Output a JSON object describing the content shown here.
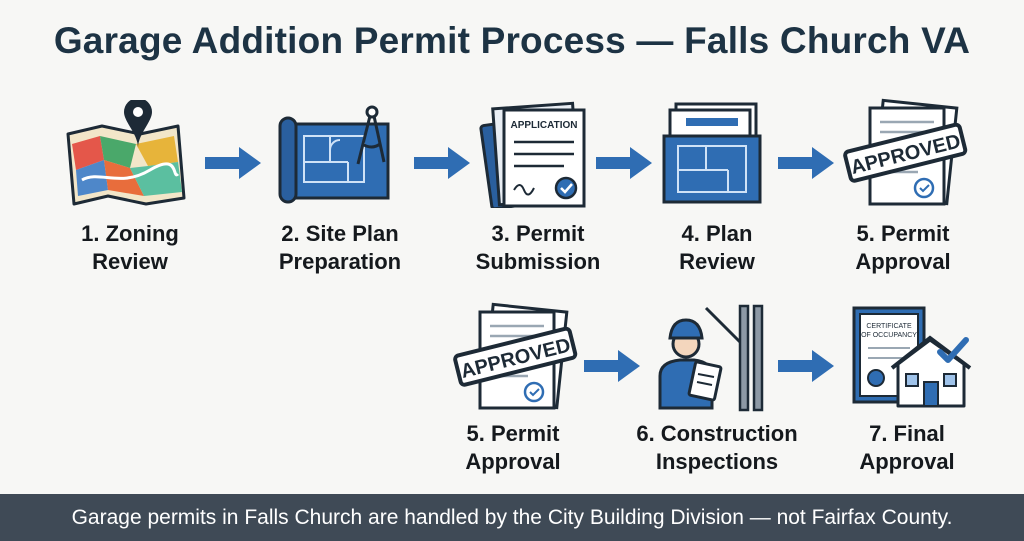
{
  "title": "Garage Addition Permit Process — Falls Church VA",
  "row1": [
    {
      "line1": "1. Zoning",
      "line2": "Review",
      "icon": "zoning-map-icon"
    },
    {
      "line1": "2. Site Plan",
      "line2": "Preparation",
      "icon": "blueprint-compass-icon"
    },
    {
      "line1": "3. Permit",
      "line2": "Submission",
      "icon": "application-document-icon"
    },
    {
      "line1": "4. Plan",
      "line2": "Review",
      "icon": "plan-folder-icon"
    },
    {
      "line1": "5. Permit",
      "line2": "Approval",
      "icon": "approved-stamp-icon"
    }
  ],
  "row2": [
    {
      "line1": "5. Permit",
      "line2": "Approval",
      "icon": "approved-stamp-icon"
    },
    {
      "line1": "6. Construction",
      "line2": "Inspections",
      "icon": "inspector-icon"
    },
    {
      "line1": "7. Final",
      "line2": "Approval",
      "icon": "certificate-house-icon"
    }
  ],
  "stamp_text": "APPROVED",
  "application_text": "APPLICATION",
  "certificate_line1": "CERTIFICATE",
  "certificate_line2": "OF OCCUPANCY",
  "footer": "Garage permits in Falls Church are handled by the City Building Division — not Fairfax County.",
  "colors": {
    "accent": "#2f6db3",
    "title": "#1d3344",
    "footer_bg": "#3f4a56"
  }
}
